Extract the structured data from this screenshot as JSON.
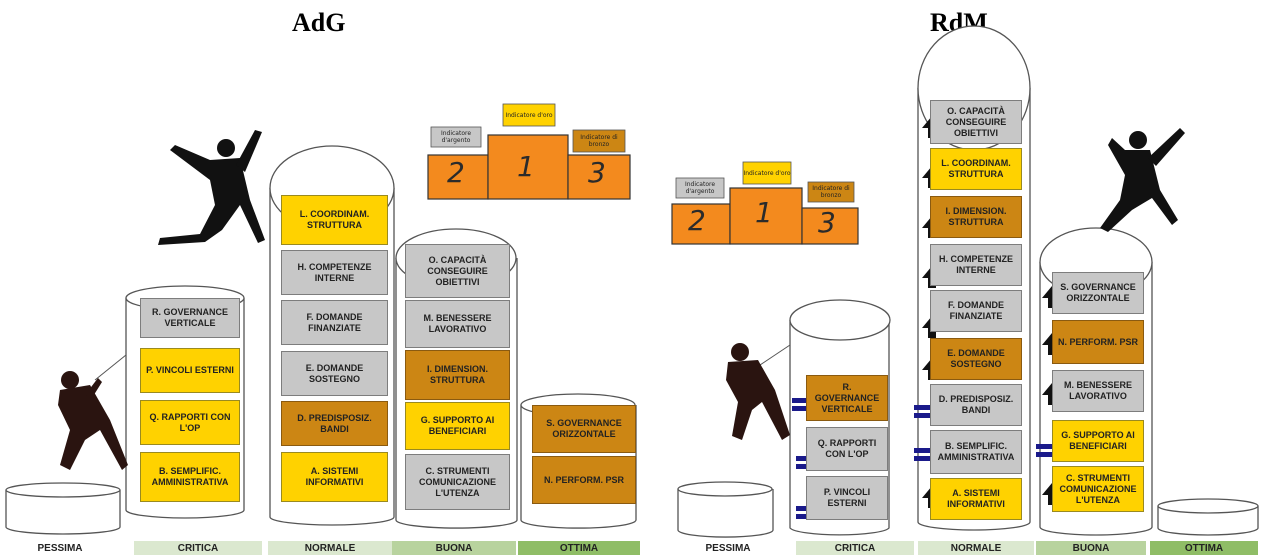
{
  "titles": {
    "left": "AdG",
    "right": "RdM"
  },
  "left": {
    "labels": {
      "pessima": "PESSIMA",
      "critica": "CRITICA",
      "normale": "NORMALE",
      "buona": "BUONA",
      "ottima": "OTTIMA"
    },
    "critica": [
      {
        "text": "R. Governance verticale",
        "color": "gray"
      },
      {
        "text": "P. Vincoli esterni",
        "color": "yellow"
      },
      {
        "text": "Q. Rapporti con l'OP",
        "color": "yellow"
      },
      {
        "text": "B. Semplific. amministrativa",
        "color": "yellow"
      }
    ],
    "normale": [
      {
        "text": "L. Coordinam. Struttura",
        "color": "yellow"
      },
      {
        "text": "H. Competenze interne",
        "color": "gray"
      },
      {
        "text": "F. Domande finanziate",
        "color": "gray"
      },
      {
        "text": "E. Domande sostegno",
        "color": "gray"
      },
      {
        "text": "D. Predisposiz. bandi",
        "color": "brown"
      },
      {
        "text": "A. Sistemi informativi",
        "color": "yellow"
      }
    ],
    "buona": [
      {
        "text": "O. Capacità conseguire obiettivi",
        "color": "gray"
      },
      {
        "text": "M. Benessere lavorativo",
        "color": "gray"
      },
      {
        "text": "I. Dimension. struttura",
        "color": "brown"
      },
      {
        "text": "G. Supporto ai beneficiari",
        "color": "yellow"
      },
      {
        "text": "C. Strumenti comunicazione l'utenza",
        "color": "gray"
      }
    ],
    "ottima": [
      {
        "text": "S. Governance orizzontale",
        "color": "brown"
      },
      {
        "text": "N. Perform. PSR",
        "color": "brown"
      }
    ],
    "podium": {
      "first": "1",
      "second": "2",
      "third": "3",
      "lab1": "Indicatore d'oro",
      "lab2": "Indicatore d'argento",
      "lab3": "Indicatore di bronzo"
    }
  },
  "right": {
    "labels": {
      "pessima": "PESSIMA",
      "critica": "CRITICA",
      "normale": "NORMALE",
      "buona": "BUONA",
      "ottima": "OTTIMA"
    },
    "critica": [
      {
        "text": "R. Governance verticale",
        "color": "brown"
      },
      {
        "text": "Q. Rapporti con l'OP",
        "color": "gray"
      },
      {
        "text": "P. Vincoli esterni",
        "color": "gray"
      }
    ],
    "normale": [
      {
        "text": "O. Capacità conseguire obiettivi",
        "color": "gray"
      },
      {
        "text": "L. Coordinam. Struttura",
        "color": "yellow"
      },
      {
        "text": "I. Dimension. struttura",
        "color": "brown"
      },
      {
        "text": "H. Competenze interne",
        "color": "gray"
      },
      {
        "text": "F. Domande finanziate",
        "color": "gray"
      },
      {
        "text": "E. Domande sostegno",
        "color": "brown"
      },
      {
        "text": "D. Predisposiz. bandi",
        "color": "gray"
      },
      {
        "text": "B. Semplific. amministrativa",
        "color": "gray"
      },
      {
        "text": "A. Sistemi informativi",
        "color": "yellow"
      }
    ],
    "buona": [
      {
        "text": "S. Governance orizzontale",
        "color": "gray"
      },
      {
        "text": "N. Perform. PSR",
        "color": "brown"
      },
      {
        "text": "M. Benessere lavorativo",
        "color": "gray"
      },
      {
        "text": "G. Supporto ai beneficiari",
        "color": "yellow"
      },
      {
        "text": "C. Strumenti comunicazione l'utenza",
        "color": "yellow"
      }
    ],
    "podium": {
      "first": "1",
      "second": "2",
      "third": "3",
      "lab1": "Indicatore d'oro",
      "lab2": "Indicatore d'argento",
      "lab3": "Indicatore di bronzo"
    }
  }
}
